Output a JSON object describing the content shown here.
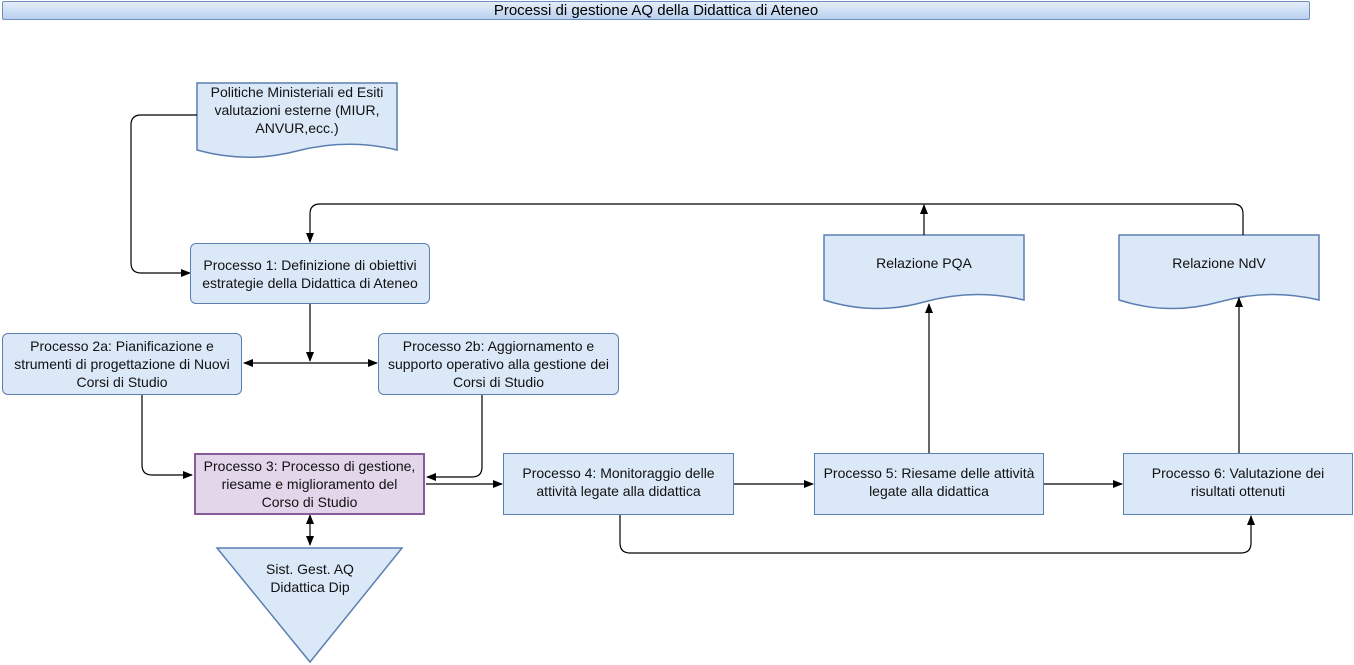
{
  "title": "Processi di gestione AQ della Didattica di Ateneo",
  "nodes": {
    "politiche": "Politiche Ministeriali ed Esiti valutazioni esterne (MIUR, ANVUR,ecc.)",
    "p1": "Processo 1: Definizione di obiettivi estrategie della Didattica di Ateneo",
    "p2a": "Processo 2a: Pianificazione e strumenti di progettazione di Nuovi Corsi di Studio",
    "p2b": "Processo 2b: Aggiornamento e supporto operativo alla gestione dei Corsi di Studio",
    "p3": "Processo 3: Processo di gestione, riesame e miglioramento del Corso di Studio",
    "p4": "Processo 4: Monitoraggio delle attività legate alla didattica",
    "p5": "Processo 5: Riesame delle attività legate alla didattica",
    "p6": "Processo 6: Valutazione dei risultati ottenuti",
    "pqa": "Relazione PQA",
    "ndv": "Relazione NdV",
    "sist": "Sist. Gest. AQ Didattica Dip"
  },
  "colors": {
    "fill": "#dbe8f8",
    "border": "#5b7fb1",
    "highlight_fill": "#e4d6ea",
    "highlight_border": "#8a5a9b",
    "connector": "#000000"
  }
}
